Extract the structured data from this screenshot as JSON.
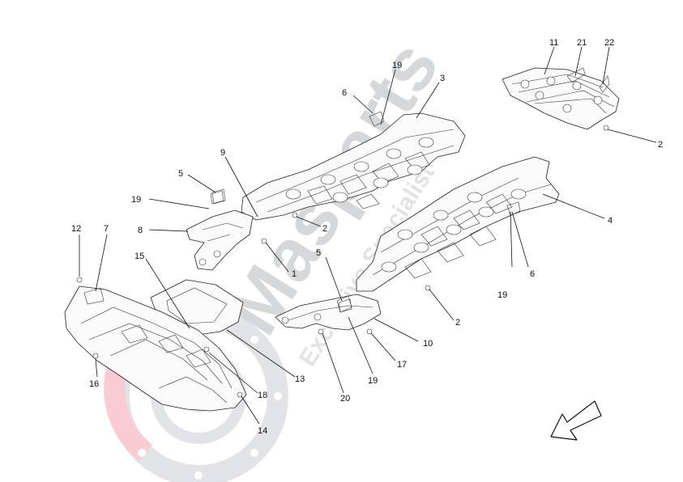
{
  "watermark": {
    "brand": "Masparts",
    "tagline": "Exclusive Specialist",
    "colors": {
      "grey": "#9aa0a6",
      "red": "#e4283c"
    }
  },
  "callouts": {
    "c1": "1",
    "c2a": "2",
    "c2b": "2",
    "c2c": "2",
    "c3": "3",
    "c4": "4",
    "c5a": "5",
    "c5b": "5",
    "c6a": "6",
    "c6b": "6",
    "c7": "7",
    "c8": "8",
    "c9": "9",
    "c10": "10",
    "c11": "11",
    "c12": "12",
    "c13": "13",
    "c14": "14",
    "c15": "15",
    "c16": "16",
    "c17": "17",
    "c18": "18",
    "c19a": "19",
    "c19b": "19",
    "c19c": "19",
    "c19d": "19",
    "c20": "20",
    "c21": "21",
    "c22": "22"
  },
  "direction_arrow": {
    "icon": "direction-arrow-icon"
  }
}
